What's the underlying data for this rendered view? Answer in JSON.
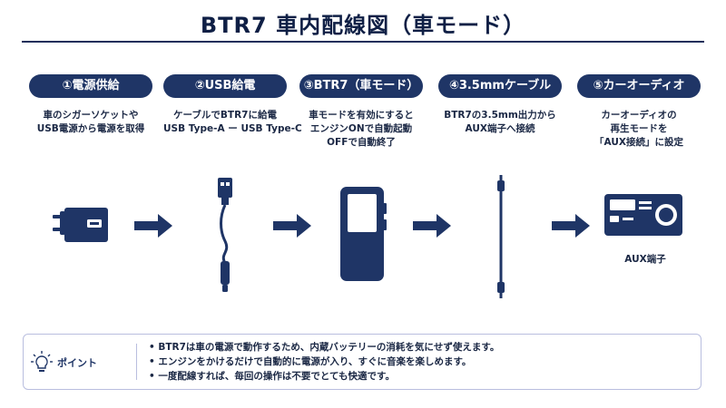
{
  "title": "BTR7 車内配線図（車モード）",
  "steps": [
    {
      "label": "①電源供給",
      "desc": [
        "車のシガーソケットや",
        "USB電源から電源を取得"
      ],
      "icon": "usb-power-adapter-icon"
    },
    {
      "label": "②USB給電",
      "desc": [
        "ケーブルでBTR7に給電",
        "USB Type-A ー USB Type-C"
      ],
      "icon": "usb-cable-icon"
    },
    {
      "label": "③BTR7（車モード）",
      "desc": [
        "車モードを有効にすると",
        "エンジンONで自動起動",
        "OFFで自動終了"
      ],
      "icon": "btr7-device-icon"
    },
    {
      "label": "④3.5mmケーブル",
      "desc": [
        "BTR7の3.5mm出力から",
        "AUX端子へ接続"
      ],
      "icon": "audio-cable-icon"
    },
    {
      "label": "⑤カーオーディオ",
      "desc": [
        "カーオーディオの",
        "再生モードを",
        "「AUX接続」に設定"
      ],
      "icon": "car-audio-icon"
    }
  ],
  "car_audio_caption": "AUX端子",
  "notes": {
    "label": "ポイント",
    "icon": "lightbulb-icon",
    "items": [
      "BTR7は車の電源で動作するため、内蔵バッテリーの消耗を気にせず使えます。",
      "エンジンをかけるだけで自動的に電源が入り、すぐに音楽を楽しめます。",
      "一度配線すれば、毎回の操作は不要でとても快適です。"
    ]
  },
  "colors": {
    "navy": "#1f3566",
    "border": "#b9bedf"
  }
}
